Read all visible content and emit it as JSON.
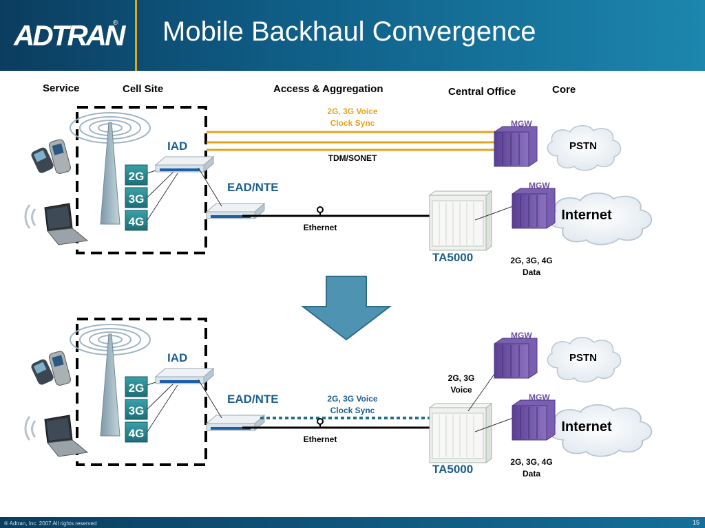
{
  "header": {
    "logo": "ADTRAN",
    "logo_mark": "®",
    "title": "Mobile Backhaul Convergence"
  },
  "columns": {
    "service": "Service",
    "cell_site": "Cell Site",
    "access": "Access & Aggregation",
    "central_office": "Central Office",
    "core": "Core"
  },
  "top": {
    "voice_line1": "2G, 3G Voice",
    "voice_line2": "Clock Sync",
    "tdm": "TDM/SONET",
    "iad": "IAD",
    "ead": "EAD/NTE",
    "gen": [
      "2G",
      "3G",
      "4G"
    ],
    "ethernet": "Ethernet",
    "ta5000": "TA5000",
    "mgw1": "MGW",
    "mgw2": "MGW",
    "pstn": "PSTN",
    "internet": "Internet",
    "data_line1": "2G, 3G, 4G",
    "data_line2": "Data"
  },
  "bottom": {
    "iad": "IAD",
    "ead": "EAD/NTE",
    "gen": [
      "2G",
      "3G",
      "4G"
    ],
    "voice_line1": "2G, 3G Voice",
    "voice_line2": "Clock Sync",
    "ethernet": "Ethernet",
    "ta5000": "TA5000",
    "mgw1": "MGW",
    "mgw2": "MGW",
    "pstn": "PSTN",
    "internet": "Internet",
    "co_voice_line1": "2G, 3G",
    "co_voice_line2": "Voice",
    "data_line1": "2G, 3G, 4G",
    "data_line2": "Data"
  },
  "footer": {
    "copyright": "® Adtran, Inc. 2007 All rights reserved",
    "page": "15"
  },
  "colors": {
    "accent": "#e5a21b",
    "label_blue": "#1b5e8e",
    "arrow": "#4f93b2",
    "mgw": "#6a4fa0"
  }
}
